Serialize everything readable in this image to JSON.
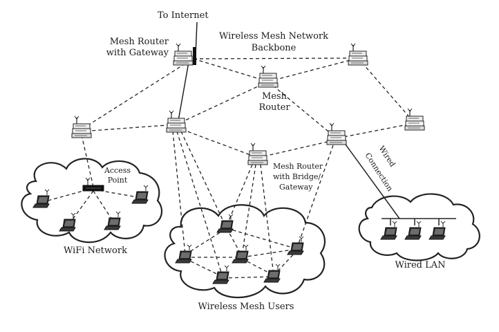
{
  "labels": {
    "to_internet": "To Internet",
    "mesh_router_gateway_1": "Mesh Router",
    "mesh_router_gateway_2": "with Gateway",
    "backbone_1": "Wireless Mesh Network",
    "backbone_2": "Backbone",
    "mesh_router_1": "Mesh",
    "mesh_router_2": "Router",
    "access_point_1": "Access",
    "access_point_2": "Point",
    "bridge_gateway_1": "Mesh Router",
    "bridge_gateway_2": "with Bridge/",
    "bridge_gateway_3": "Gateway",
    "wired_connection_1": "Wired",
    "wired_connection_2": "Connection",
    "wifi_network": "WiFi Network",
    "wireless_mesh_users": "Wireless Mesh Users",
    "wired_lan": "Wired LAN"
  },
  "colors": {
    "line": "#222222",
    "device_fill": "#ececec",
    "background": "#ffffff"
  }
}
